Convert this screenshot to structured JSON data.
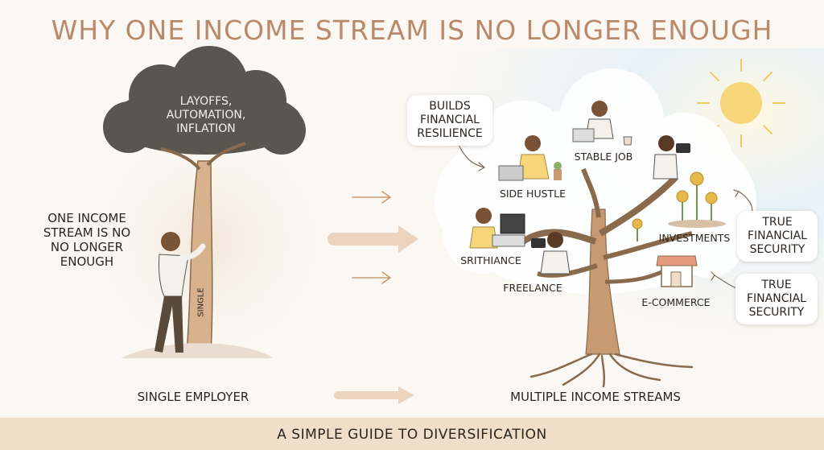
{
  "title": "WHY ONE INCOME STREAM IS NO LONGER ENOUGH",
  "left": {
    "cloud_lines": [
      "LAYOFFS,",
      "AUTOMATION,",
      "INFLATION"
    ],
    "side_text_lines": [
      "ONE INCOME",
      "STREAM IS NO",
      "NO LONGER",
      "ENOUGH"
    ],
    "trunk_text": "SINGLE",
    "caption": "SINGLE EMPLOYER"
  },
  "right": {
    "bubble_top_lines": [
      "BUILDS",
      "FINANCIAL",
      "RESILIENCE"
    ],
    "streams": {
      "stable_job": "STABLE JOB",
      "side_hustle": "SIDE HUSTLE",
      "srithiance": "SRITHIANCE",
      "freelance": "FREELANCE",
      "investments": "INVESTMENTS",
      "ecommerce": "E-COMMERCE"
    },
    "bubble_security_1_lines": [
      "TRUE",
      "FINANCIAL",
      "SECURITY"
    ],
    "bubble_security_2_lines": [
      "TRUE",
      "FINANCIAL",
      "SECURITY"
    ],
    "caption": "MULTIPLE INCOME STREAMS"
  },
  "footer": "A SIMPLE GUIDE TO DIVERSIFICATION",
  "colors": {
    "title": "#b9896a",
    "cloud": "#5b5550",
    "tree": "#c79a72",
    "footer_bar": "#f0dec9",
    "sky": "#e3f0f8",
    "sun": "#f7d679"
  }
}
